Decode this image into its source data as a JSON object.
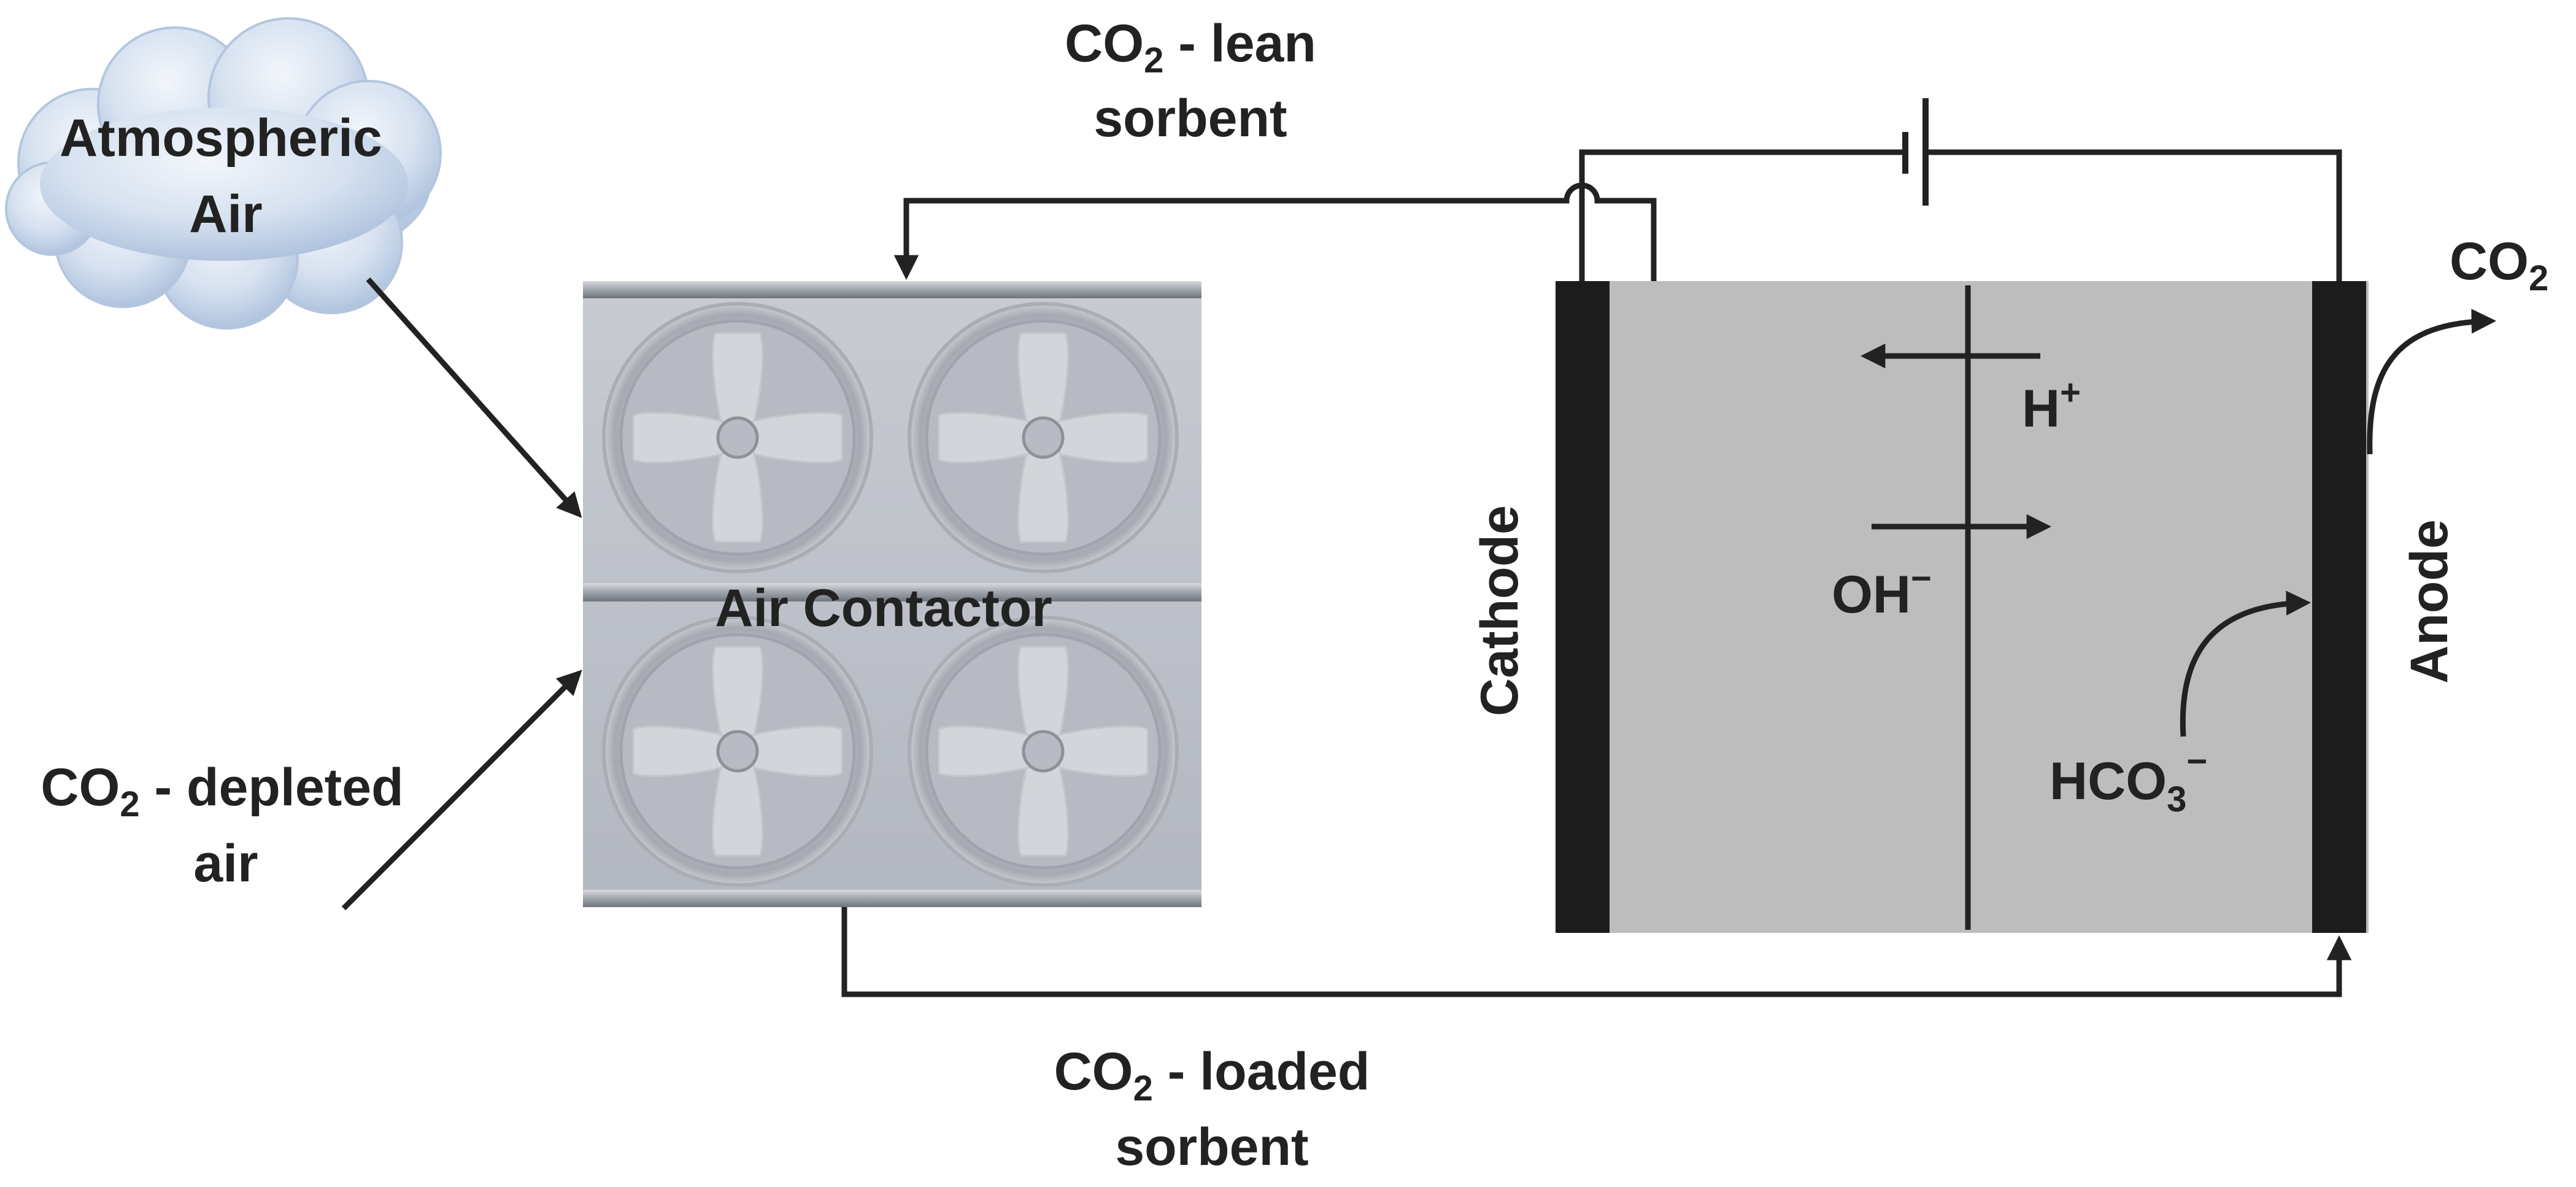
{
  "labels": {
    "atmospheric_air_line1": "Atmospheric",
    "atmospheric_air_line2": "Air",
    "lean_sorbent_prefix": "CO",
    "lean_sorbent_sub": "2",
    "lean_sorbent_suffix": " - lean",
    "lean_sorbent_line2": "sorbent",
    "depleted_air_prefix": "CO",
    "depleted_air_sub": "2",
    "depleted_air_suffix": " - depleted",
    "depleted_air_line2": "air",
    "loaded_sorbent_prefix": "CO",
    "loaded_sorbent_sub": "2",
    "loaded_sorbent_suffix": " - loaded",
    "loaded_sorbent_line2": "sorbent",
    "air_contactor": "Air Contactor",
    "cathode": "Cathode",
    "anode": "Anode",
    "proton_base": "H",
    "proton_sup": "+",
    "hydroxide_base": "OH",
    "hydroxide_sup": "−",
    "bicarbonate_base": "HCO",
    "bicarbonate_sub": "3",
    "bicarbonate_sup": "−",
    "co2_out_base": "CO",
    "co2_out_sub": "2"
  },
  "icons": {
    "cloud": "cloud-icon",
    "fan": "fan-icon",
    "battery": "battery-icon"
  },
  "colors": {
    "stroke": "#222222",
    "cell_fill": "#bdbdbd",
    "electrode": "#1c1c1c",
    "contactor": "#bcc0c8",
    "cloud": "#c7d5ea"
  }
}
